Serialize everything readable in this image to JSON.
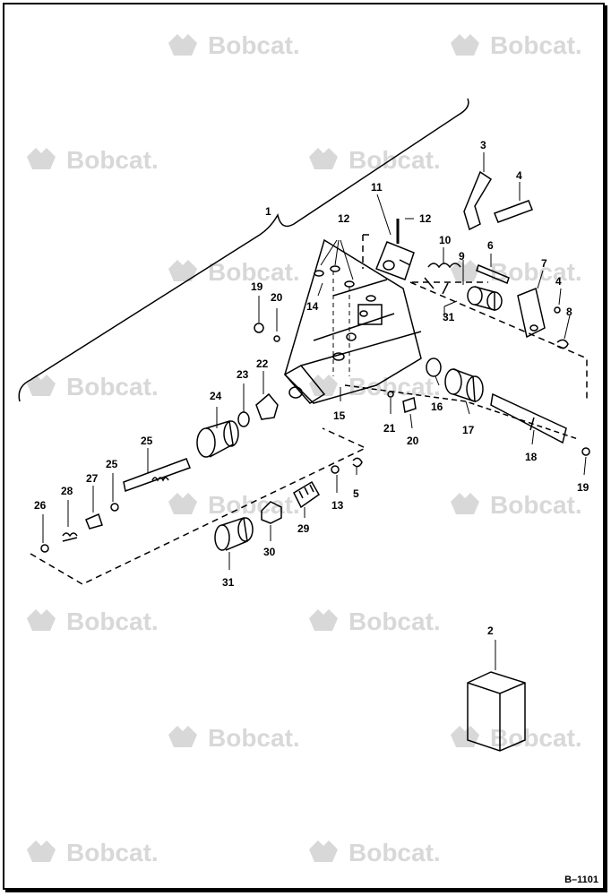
{
  "watermark": {
    "text": "Bobcat.",
    "logo": "bobcat-head-logo",
    "color": "#d8d8d8"
  },
  "figure_ref": "B–1101",
  "callouts": [
    "1",
    "2",
    "3",
    "4",
    "4",
    "5",
    "6",
    "7",
    "8",
    "9",
    "10",
    "11",
    "12",
    "12",
    "13",
    "14",
    "15",
    "16",
    "17",
    "18",
    "19",
    "19",
    "20",
    "20",
    "21",
    "22",
    "23",
    "24",
    "25",
    "25",
    "26",
    "27",
    "28",
    "29",
    "30",
    "31",
    "31"
  ],
  "colors": {
    "ink": "#000000",
    "paper": "#ffffff",
    "watermark": "#d8d8d8"
  }
}
